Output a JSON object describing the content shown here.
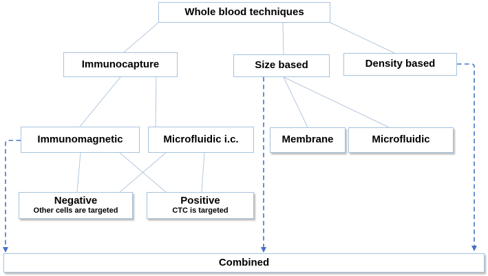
{
  "diagram": {
    "type": "flowchart",
    "nodes": {
      "root": {
        "label": "Whole blood techniques"
      },
      "immunocapture": {
        "label": "Immunocapture"
      },
      "size_based": {
        "label": "Size based"
      },
      "density_based": {
        "label": "Density based"
      },
      "immunomagnetic": {
        "label": "Immunomagnetic"
      },
      "microfluidic_ic": {
        "label": "Microfluidic i.c."
      },
      "membrane": {
        "label": "Membrane"
      },
      "microfluidic": {
        "label": "Microfluidic"
      },
      "negative": {
        "label": "Negative",
        "sublabel": "Other cells are targeted"
      },
      "positive": {
        "label": "Positive",
        "sublabel": "CTC is targeted"
      },
      "combined": {
        "label": "Combined"
      }
    },
    "connections": {
      "solid": [
        {
          "from": "root",
          "to": "immunocapture"
        },
        {
          "from": "root",
          "to": "size_based"
        },
        {
          "from": "root",
          "to": "density_based"
        },
        {
          "from": "immunocapture",
          "to": "immunomagnetic"
        },
        {
          "from": "immunocapture",
          "to": "microfluidic_ic"
        },
        {
          "from": "size_based",
          "to": "membrane"
        },
        {
          "from": "size_based",
          "to": "microfluidic"
        },
        {
          "from": "immunomagnetic",
          "to": "negative"
        },
        {
          "from": "immunomagnetic",
          "to": "positive"
        },
        {
          "from": "microfluidic_ic",
          "to": "negative"
        },
        {
          "from": "microfluidic_ic",
          "to": "positive"
        }
      ],
      "dashed_arrows": [
        {
          "from": "immunomagnetic",
          "to": "combined"
        },
        {
          "from": "size_based",
          "to": "combined"
        },
        {
          "from": "density_based",
          "to": "combined"
        }
      ]
    },
    "colors": {
      "box_border": "#a4c2de",
      "box_fill": "#ffffff",
      "solid_connector": "#b5c6dd",
      "dashed_connector": "#4472c4",
      "text": "#000000"
    }
  }
}
